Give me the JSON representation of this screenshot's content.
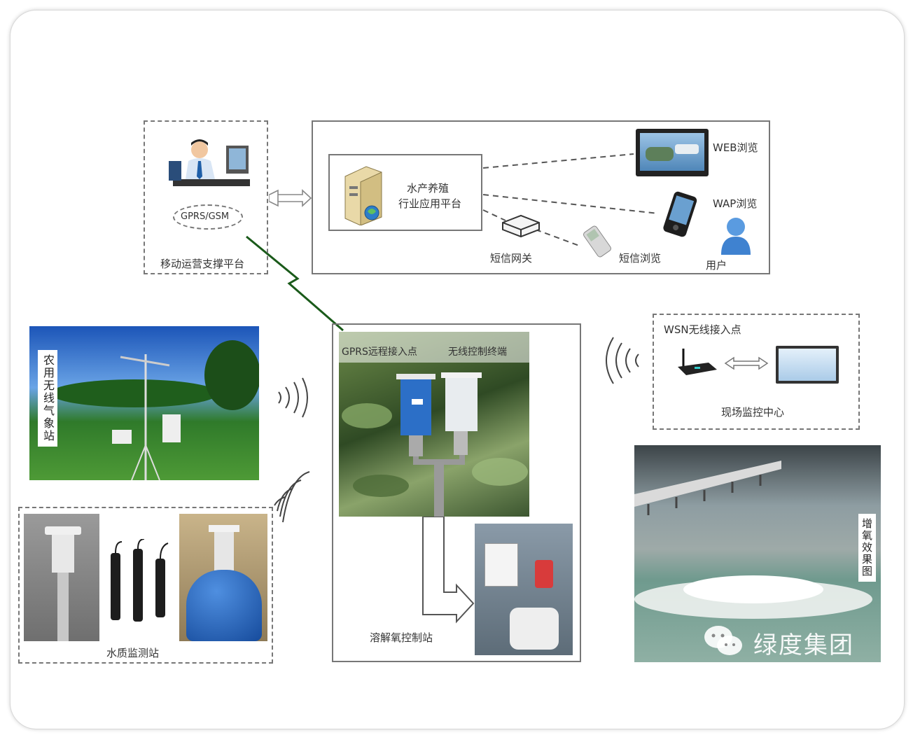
{
  "mobile_platform": {
    "network_label": "GPRS/GSM",
    "caption": "移动运营支撑平台"
  },
  "app_platform": {
    "server_label_line1": "水产养殖",
    "server_label_line2": "行业应用平台",
    "web_label": "WEB浏览",
    "wap_label": "WAP浏览",
    "sms_gateway_label": "短信网关",
    "sms_browse_label": "短信浏览",
    "user_label": "用户"
  },
  "center": {
    "gprs_label": "GPRS远程接入点",
    "wireless_label": "无线控制终端",
    "do_station_label": "溶解氧控制站"
  },
  "wsn": {
    "access_label": "WSN无线接入点",
    "monitor_label": "现场监控中心"
  },
  "weather_station_label": "农用无线气象站",
  "water_quality_label": "水质监测站",
  "aeration_label": "增氧效果图",
  "watermark": "绿度集团"
}
